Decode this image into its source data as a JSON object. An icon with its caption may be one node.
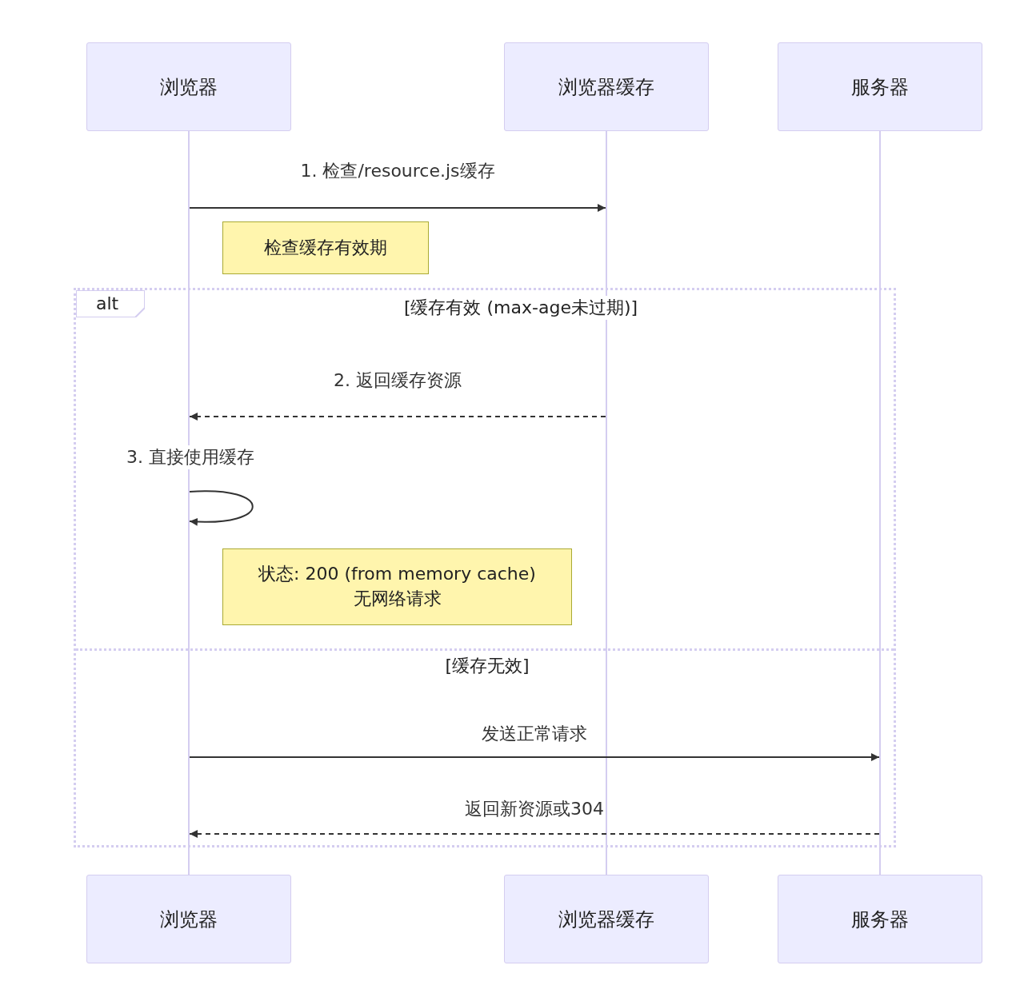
{
  "diagram": {
    "nodes": [
      {
        "text": [
          "浏览器"
        ]
      },
      {
        "text": [
          "浏览器缓存"
        ]
      },
      {
        "text": [
          "服务器"
        ]
      },
      {
        "text": [
          "浏览器"
        ]
      },
      {
        "text": [
          "浏览器缓存"
        ]
      },
      {
        "text": [
          "服务器"
        ]
      },
      {
        "text": [
          "检查缓存有效期"
        ]
      },
      {
        "text": [
          "alt",
          "[缓存有效 (max-age未过期)]",
          "[缓存无效]"
        ]
      },
      {
        "text": [
          "状态: 200 (from memory cache)",
          "无网络请求"
        ],
        "in": 7
      },
      {
        "text": [],
        "shape": "bar"
      },
      {
        "text": [],
        "shape": "bar"
      },
      {
        "text": [],
        "shape": "bar"
      }
    ],
    "edges": [
      {
        "from": 9,
        "to": 10,
        "arrow": "to",
        "label": "1. 检查/resource.js缓存"
      },
      {
        "from": 10,
        "to": 9,
        "arrow": "to",
        "label": "2. 返回缓存资源",
        "style": "dashed"
      },
      {
        "from": 9,
        "to": 9,
        "arrow": "to",
        "label": "3. 直接使用缓存"
      },
      {
        "from": 9,
        "to": 11,
        "arrow": "to",
        "label": "发送正常请求"
      },
      {
        "from": 11,
        "to": 9,
        "arrow": "to",
        "label": "返回新资源或304",
        "style": "dashed"
      }
    ]
  }
}
